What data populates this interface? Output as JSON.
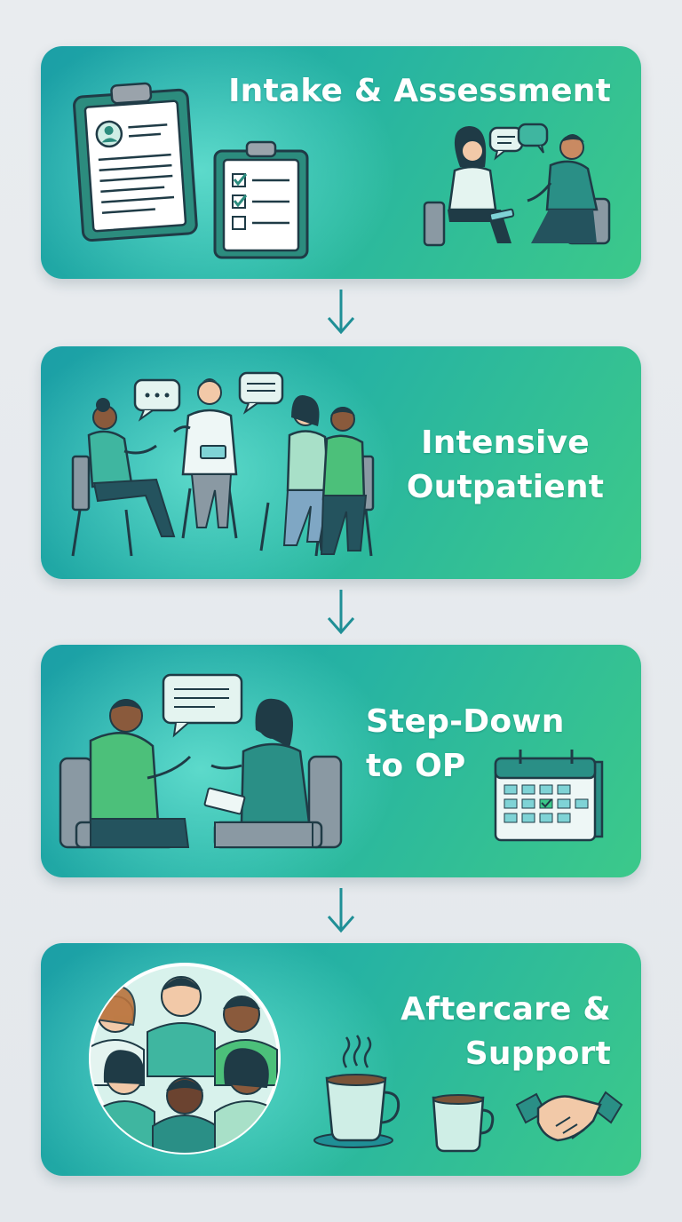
{
  "steps": [
    {
      "title": "Intake & Assessment"
    },
    {
      "title_line1": "Intensive",
      "title_line2": "Outpatient"
    },
    {
      "title_line1": "Step-Down",
      "title_line2": "to OP"
    },
    {
      "title_line1": "Aftercare &",
      "title_line2": "Support"
    }
  ],
  "colors": {
    "card_gradient_start": "#1b9fa6",
    "card_gradient_end": "#3cc98a",
    "arrow": "#1f8f96",
    "outline": "#1f3b46",
    "background": "#e6e9ec"
  },
  "icons": [
    "clipboard-profile-icon",
    "checklist-clipboard-icon",
    "consultation-icon",
    "group-therapy-icon",
    "one-on-one-session-icon",
    "calendar-icon",
    "community-circle-icon",
    "coffee-cup-icon",
    "handshake-icon",
    "down-arrow-icon"
  ]
}
